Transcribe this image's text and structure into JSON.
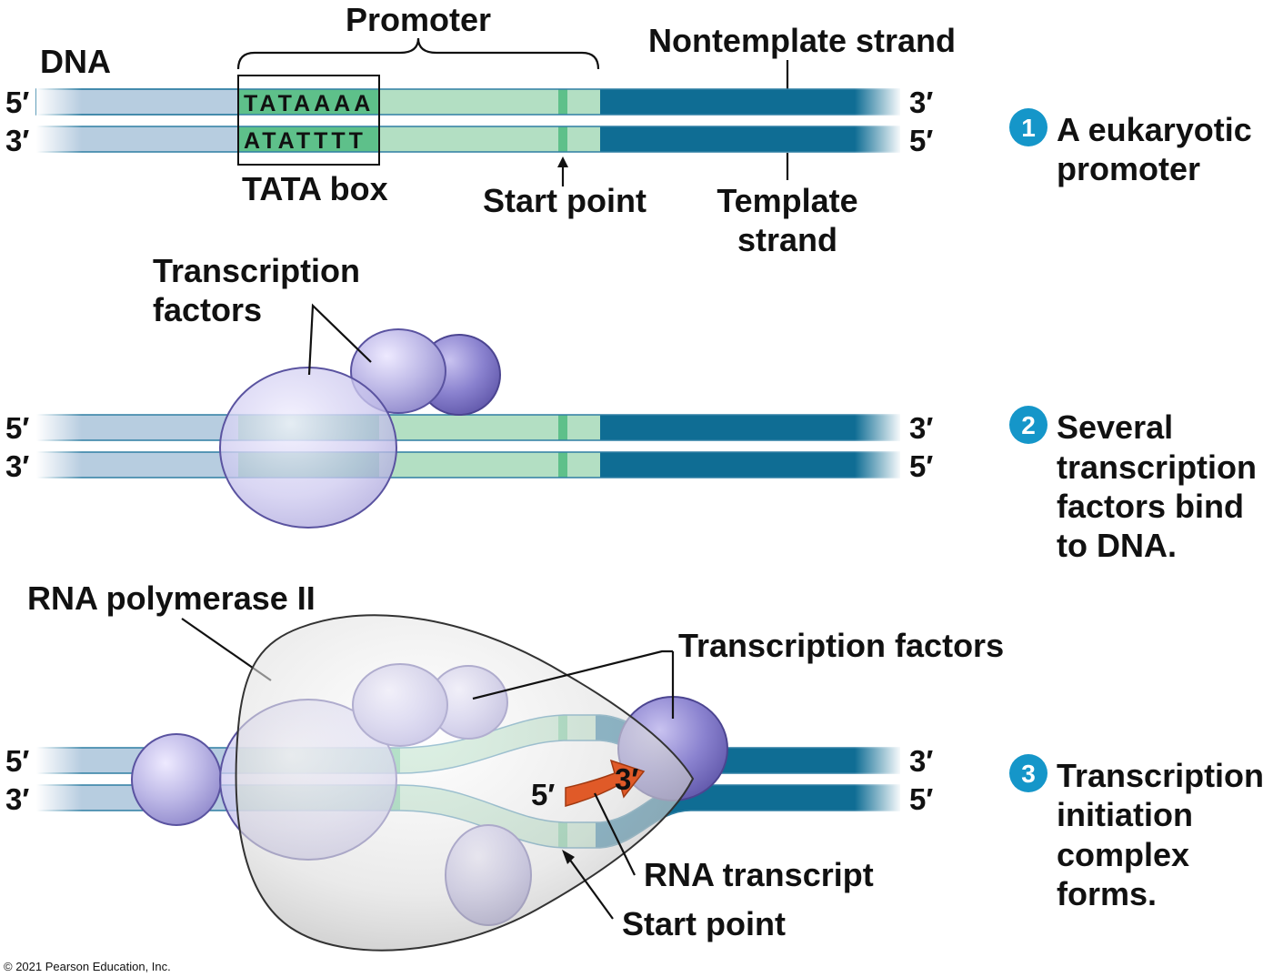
{
  "labels": {
    "dna": "DNA",
    "promoter": "Promoter",
    "nontemplate_strand": "Nontemplate strand",
    "template_strand_1": "Template",
    "template_strand_2": "strand",
    "tata_box": "TATA box",
    "start_point": "Start point",
    "tata_top_seq": "TATAAAA",
    "tata_bottom_seq": "ATATTTT",
    "transcription_factors_1": "Transcription",
    "transcription_factors_2": "factors",
    "rna_polymerase": "RNA polymerase II",
    "transcription_factors_3": "Transcription factors",
    "rna_transcript": "RNA transcript",
    "start_point_3": "Start point",
    "transcript_5": "5′",
    "transcript_3": "3′",
    "copyright": "© 2021 Pearson Education, Inc."
  },
  "strand_ends": {
    "five": "5′",
    "three": "3′"
  },
  "steps": [
    {
      "number": "1",
      "lines": [
        "A eukaryotic",
        "promoter"
      ]
    },
    {
      "number": "2",
      "lines": [
        "Several",
        "transcription",
        "factors bind",
        "to DNA."
      ]
    },
    {
      "number": "3",
      "lines": [
        "Transcription",
        "initiation",
        "complex",
        "forms."
      ]
    }
  ],
  "colors": {
    "dna_light": "#b7cde0",
    "promoter_green": "#b3dfc3",
    "tata_green": "#5ec08a",
    "coding_blue": "#0f6d94",
    "factor_purple": "#b7b3e3",
    "polymerase_gray": "#d6d6d6",
    "transcript_orange": "#e05a28",
    "step_circle": "#1596c9"
  }
}
